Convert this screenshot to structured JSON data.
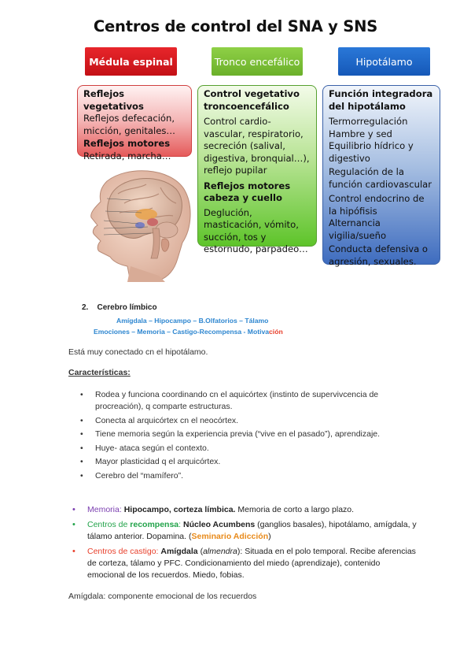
{
  "title": "Centros de control del SNA y SNS",
  "headers": {
    "medula": "Médula espinal",
    "tronco": "Tronco encefálico",
    "hipotalamo": "Hipotálamo"
  },
  "medula_box": [
    "Reflejos vegetativos",
    "Reflejos defecación, micción, genitales…",
    "Reflejos motores",
    "Retirada, marcha…"
  ],
  "tronco_box": [
    "Control vegetativo troncoencefálico",
    "Control cardio-vascular, respiratorio, secreción (salival, digestiva, bronquial…), reflejo pupilar",
    "Reflejos motores cabeza y cuello",
    "Deglución, masticación, vómito, succión, tos y estornudo, parpadeo…"
  ],
  "hipotalamo_box": [
    "Función integradora del hipotálamo",
    "Termorregulación",
    "Hambre y sed",
    "Equilibrio hídrico y digestivo",
    "Regulación de la función cardiovascular",
    "Control endocrino de la hipófisis",
    "Alternancia vigilia/sueño",
    "Conducta defensiva o agresión, sexuales."
  ],
  "section2": {
    "number": "2.",
    "title": "Cerebro límbico",
    "line1": "Amígdala – Hipocampo – B.Olfatorios – Tálamo",
    "line2_main": "Emociones – Memoria – Castigo-Recompensa - Motiva",
    "line2_red": "ción"
  },
  "intro": "Está muy conectado cn el hipotálamo.",
  "char_title": "Características:",
  "characteristics": [
    "Rodea y funciona coordinando cn el aquicórtex (instinto de supervivcencia de procreación), q comparte estructuras.",
    "Conecta al arquicórtex cn el neocórtex.",
    "Tiene memoria según la experiencia previa (“vive en el pasado”), aprendizaje.",
    "Huye- ataca según el contexto.",
    "Mayor plasticidad q el arquicórtex.",
    "Cerebro del “mamífero”."
  ],
  "memoria": {
    "label": "Memoria:",
    "bold": "Hipocampo, corteza límbica.",
    "rest": " Memoria de corto a largo plazo."
  },
  "recompensa": {
    "label_a": "Centros de ",
    "label_b": "recompensa",
    "label_c": ":",
    "bold": "Núcleo Acumbens",
    "rest": " (ganglios basales), hipotálamo, amígdala, y tálamo anterior. Dopamina. (",
    "seminario": "Seminario Adicción",
    "end": ")"
  },
  "castigo": {
    "label": "Centros de castigo:",
    "bold": "Amígdala",
    "italic": "almendra",
    "rest": ": Situada en el polo temporal. Recibe aferencias de corteza, tálamo y PFC. Condicionamiento del miedo (aprendizaje), contenido emocional de los recuerdos. Miedo, fobias."
  },
  "footer": "Amígdala: componente emocional de los recuerdos",
  "colors": {
    "red_header": "#e8262b",
    "green_header": "#7cc23a",
    "blue_header": "#1f6bd0",
    "limbic_blue": "#2d86d0",
    "purple": "#7b3fb0",
    "green": "#22a34a",
    "orange": "#e8402c"
  }
}
